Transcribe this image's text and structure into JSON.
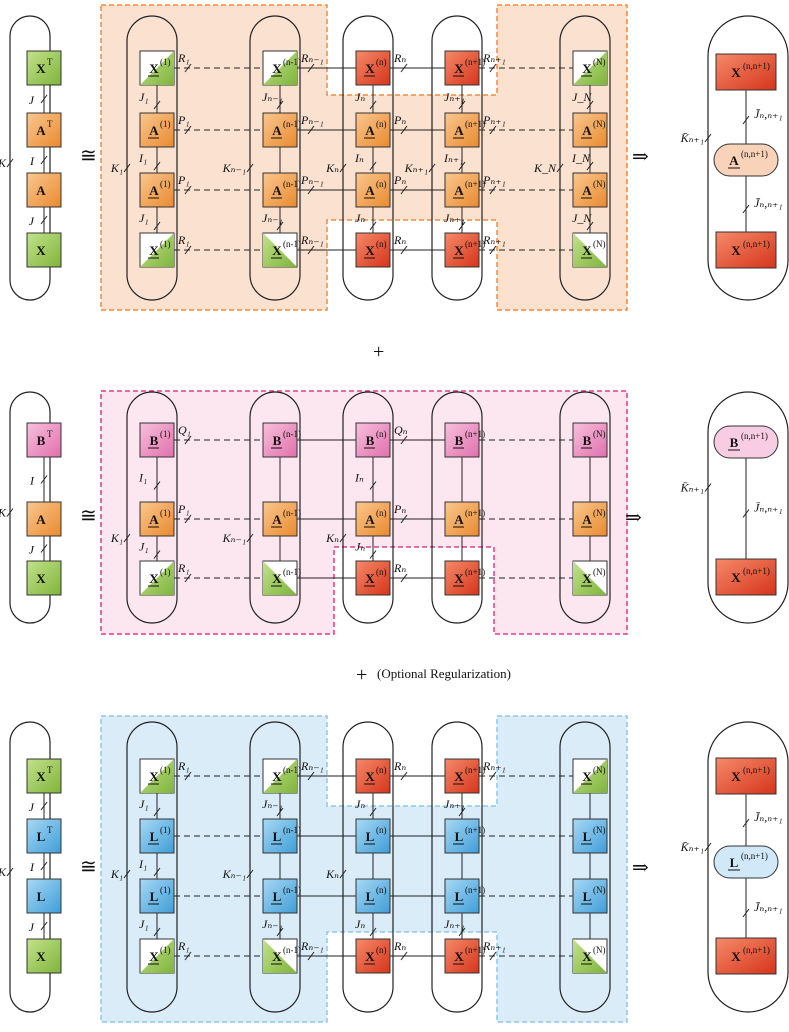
{
  "colors": {
    "green": "#9ccc5a",
    "orange": "#f0a050",
    "red": "#e0452a",
    "pink": "#ec8cc0",
    "blue": "#5fb3e6",
    "orange_region": "#f9dcc8",
    "orange_dash": "#f08c3a",
    "pink_region": "#fbe3ef",
    "pink_dash": "#e03c8c",
    "blue_region": "#d3e9f7",
    "blue_dash": "#8cc8ea",
    "oval_orange": "#f9d3b9",
    "oval_pink": "#f8cde3",
    "oval_blue": "#d0e8f7"
  },
  "symbols": {
    "approx": "≅",
    "implies": "⇒",
    "plus": "+"
  },
  "captions": {
    "optional_reg": "(Optional Regularization)"
  },
  "panels": [
    {
      "id": "top",
      "left_nodes": [
        "X",
        "A",
        "A",
        "X"
      ],
      "left_sup": [
        "T",
        "T",
        "",
        ""
      ],
      "left_colors": [
        "green",
        "orange",
        "orange",
        "green"
      ],
      "left_edges": [
        "J",
        "I",
        "J"
      ],
      "left_K": "K",
      "grid_rows": [
        {
          "color": "mix-green",
          "labels": [
            "X",
            "X",
            "X",
            "X",
            "X"
          ]
        },
        {
          "color": "orange",
          "labels": [
            "A",
            "A",
            "A",
            "A",
            "A"
          ]
        },
        {
          "color": "orange",
          "labels": [
            "A",
            "A",
            "A",
            "A",
            "A"
          ]
        },
        {
          "color": "mix-green",
          "labels": [
            "X",
            "X",
            "X",
            "X",
            "X"
          ]
        }
      ],
      "col_sups": [
        "(1)",
        "(n-1)",
        "(n)",
        "(n+1)",
        "(N)"
      ],
      "row_edges": [
        [
          "R₁",
          "Rₙ₋₁",
          "Rₙ",
          "Rₙ₊₁"
        ],
        [
          "P₁",
          "Pₙ₋₁",
          "Pₙ",
          "Pₙ₊₁"
        ],
        [
          "P₁",
          "Pₙ₋₁",
          "Pₙ",
          "Pₙ₊₁"
        ],
        [
          "R₁",
          "Rₙ₋₁",
          "Rₙ",
          "Rₙ₊₁"
        ]
      ],
      "vert_edges": [
        [
          "J₁",
          "Jₙ₋₁",
          "Jₙ",
          "Jₙ₊₁",
          "J_N"
        ],
        [
          "I₁",
          "",
          "Iₙ",
          "Iₙ₊₁",
          "I_N"
        ],
        [
          "J₁",
          "Jₙ₋₁",
          "Jₙ",
          "Jₙ₊₁",
          "J_N"
        ]
      ],
      "K_labels": [
        "K₁",
        "Kₙ₋₁",
        "Kₙ",
        "Kₙ₊₁",
        "K_N"
      ],
      "right_nodes": [
        "X",
        "A",
        "X"
      ],
      "right_sups": [
        "(n,n+1)",
        "(n,n+1)",
        "(n,n+1)"
      ],
      "right_edges": [
        "J̄ₙ,ₙ₊₁",
        "J̄ₙ,ₙ₊₁"
      ],
      "right_K": "K̄ₙ₊₁"
    },
    {
      "id": "middle",
      "left_nodes": [
        "B",
        "A",
        "X"
      ],
      "left_sup": [
        "T",
        "",
        ""
      ],
      "left_colors": [
        "pink",
        "orange",
        "green"
      ],
      "left_edges": [
        "I",
        "J"
      ],
      "left_K": "K",
      "grid_rows": [
        {
          "color": "pink",
          "labels": [
            "B",
            "B",
            "B",
            "B",
            "B"
          ]
        },
        {
          "color": "orange",
          "labels": [
            "A",
            "A",
            "A",
            "A",
            "A"
          ]
        },
        {
          "color": "mix-green",
          "labels": [
            "X",
            "X",
            "X",
            "X",
            "X"
          ]
        }
      ],
      "col_sups": [
        "(1)",
        "(n-1)",
        "(n)",
        "(n+1)",
        "(N)"
      ],
      "row_edges": [
        [
          "Q₁",
          "",
          "Qₙ",
          ""
        ],
        [
          "P₁",
          "",
          "Pₙ",
          ""
        ],
        [
          "R₁",
          "",
          "Rₙ",
          ""
        ]
      ],
      "vert_edges": [
        [
          "I₁",
          "",
          "Iₙ",
          "",
          ""
        ],
        [
          "J₁",
          "",
          "Jₙ",
          "",
          ""
        ]
      ],
      "K_labels": [
        "K₁",
        "Kₙ₋₁",
        "Kₙ",
        "",
        ""
      ],
      "right_nodes": [
        "B",
        "X"
      ],
      "right_sups": [
        "(n,n+1)",
        "(n,n+1)"
      ],
      "right_edges": [
        "J̄ₙ,ₙ₊₁"
      ],
      "right_K": "K̄ₙ₊₁"
    },
    {
      "id": "bottom",
      "left_nodes": [
        "X",
        "L",
        "L",
        "X"
      ],
      "left_sup": [
        "T",
        "T",
        "",
        ""
      ],
      "left_colors": [
        "green",
        "blue",
        "blue",
        "green"
      ],
      "left_edges": [
        "J",
        "I",
        "J"
      ],
      "left_K": "K",
      "grid_rows": [
        {
          "color": "mix-green",
          "labels": [
            "X",
            "X",
            "X",
            "X",
            "X"
          ]
        },
        {
          "color": "blue",
          "labels": [
            "L",
            "L",
            "L",
            "L",
            "L"
          ]
        },
        {
          "color": "blue",
          "labels": [
            "L",
            "L",
            "L",
            "L",
            "L"
          ]
        },
        {
          "color": "mix-green",
          "labels": [
            "X",
            "X",
            "X",
            "X",
            "X"
          ]
        }
      ],
      "col_sups": [
        "(1)",
        "(n-1)",
        "(n)",
        "(n+1)",
        "(N)"
      ],
      "row_edges": [
        [
          "R₁",
          "Rₙ₋₁",
          "Rₙ",
          "Rₙ₊₁"
        ],
        [
          "",
          "",
          "",
          ""
        ],
        [
          "",
          "",
          "",
          ""
        ],
        [
          "R₁",
          "Rₙ₋₁",
          "Rₙ",
          "Rₙ₊₁"
        ]
      ],
      "vert_edges": [
        [
          "J₁",
          "Jₙ₋₁",
          "Jₙ",
          "Jₙ₊₁",
          ""
        ],
        [
          "I₁",
          "",
          "",
          "",
          ""
        ],
        [
          "J₁",
          "Jₙ₋₁",
          "Jₙ",
          "Jₙ₊₁",
          ""
        ]
      ],
      "K_labels": [
        "K₁",
        "Kₙ₋₁",
        "Kₙ",
        "",
        ""
      ],
      "right_nodes": [
        "X",
        "L",
        "X"
      ],
      "right_sups": [
        "(n,n+1)",
        "(n,n+1)",
        "(n,n+1)"
      ],
      "right_edges": [
        "J̄ₙ,ₙ₊₁",
        "J̄ₙ,ₙ₊₁"
      ],
      "right_K": "K̄ₙ₊₁"
    }
  ]
}
